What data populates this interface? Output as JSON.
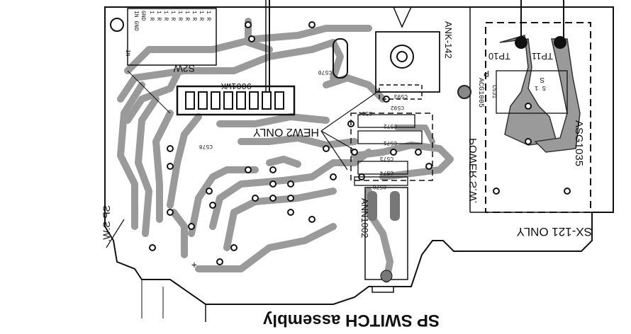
{
  "diagram": {
    "caption": "SP SWITCH assembly",
    "section_labels": {
      "power_sw": "POWER S.W.",
      "sp_sw": "SP S.W.",
      "sx121_only": "SX-121 ONLY",
      "hew2_only": "HEW2 ONLY"
    },
    "part_labels": {
      "ank142": "ANK-142",
      "ann1002": "ANN1002",
      "asg1035": "ASG1035",
      "acg1005": "ACG1005",
      "s2w_part": "S2W",
      "part_9001w": "9001WK",
      "tp10": "TP10",
      "tp11": "TP11",
      "s_label": "S",
      "p_label": "P",
      "in_label": "IN",
      "gnd_label": "GND",
      "in_gnd_top": "IN GND"
    },
    "component_refs": {
      "c570": "C570",
      "c593": "C593",
      "c592": "C592",
      "c594": "C594",
      "c571": "C571",
      "c572": "C572",
      "c573": "C573",
      "c574": "C574",
      "c576": "C576",
      "c578": "C578",
      "c531": "C531",
      "s1": "S 1",
      "plus": "+"
    },
    "pin_header_labels": [
      "1 R",
      "1 R",
      "1 R",
      "1 R",
      "1 R",
      "1 R",
      "1 R",
      "1 R",
      "1 R"
    ]
  }
}
